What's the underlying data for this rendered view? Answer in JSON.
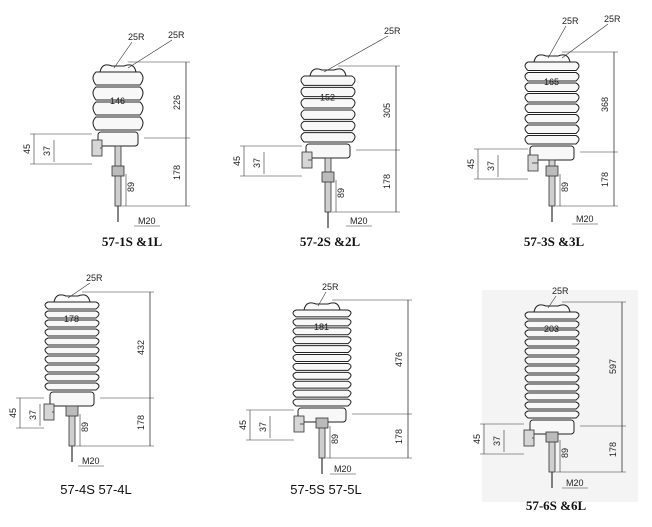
{
  "insulators": [
    {
      "model": "57-1S &1L",
      "radius_labels": [
        "25R",
        "25R"
      ],
      "diameter": "146",
      "height": "226",
      "lower_height": "178",
      "clamp_height": "45",
      "neck_height": "37",
      "stud_length": "89",
      "thread": "M20",
      "sheds": 4
    },
    {
      "model": "57-2S &2L",
      "radius_labels": [
        "25R"
      ],
      "diameter": "152",
      "height": "305",
      "lower_height": "178",
      "clamp_height": "45",
      "neck_height": "37",
      "stud_length": "89",
      "thread": "M20",
      "sheds": 6
    },
    {
      "model": "57-3S &3L",
      "radius_labels": [
        "25R",
        "25R"
      ],
      "diameter": "165",
      "height": "368",
      "lower_height": "178",
      "clamp_height": "45",
      "neck_height": "37",
      "stud_length": "89",
      "thread": "M20",
      "sheds": 8
    },
    {
      "model": "57-4S   57-4L",
      "radius_labels": [
        "25R"
      ],
      "diameter": "178",
      "height": "432",
      "lower_height": "178",
      "clamp_height": "45",
      "neck_height": "37",
      "stud_length": "89",
      "thread": "M20",
      "sheds": 10
    },
    {
      "model": "57-5S   57-5L",
      "radius_labels": [
        "25R"
      ],
      "diameter": "181",
      "height": "476",
      "lower_height": "178",
      "clamp_height": "45",
      "neck_height": "37",
      "stud_length": "89",
      "thread": "M20",
      "sheds": 11
    },
    {
      "model": "57-6S &6L",
      "radius_labels": [
        "25R"
      ],
      "diameter": "203",
      "height": "597",
      "lower_height": "178",
      "clamp_height": "45",
      "neck_height": "37",
      "stud_length": "89",
      "thread": "M20",
      "sheds": 12
    }
  ]
}
